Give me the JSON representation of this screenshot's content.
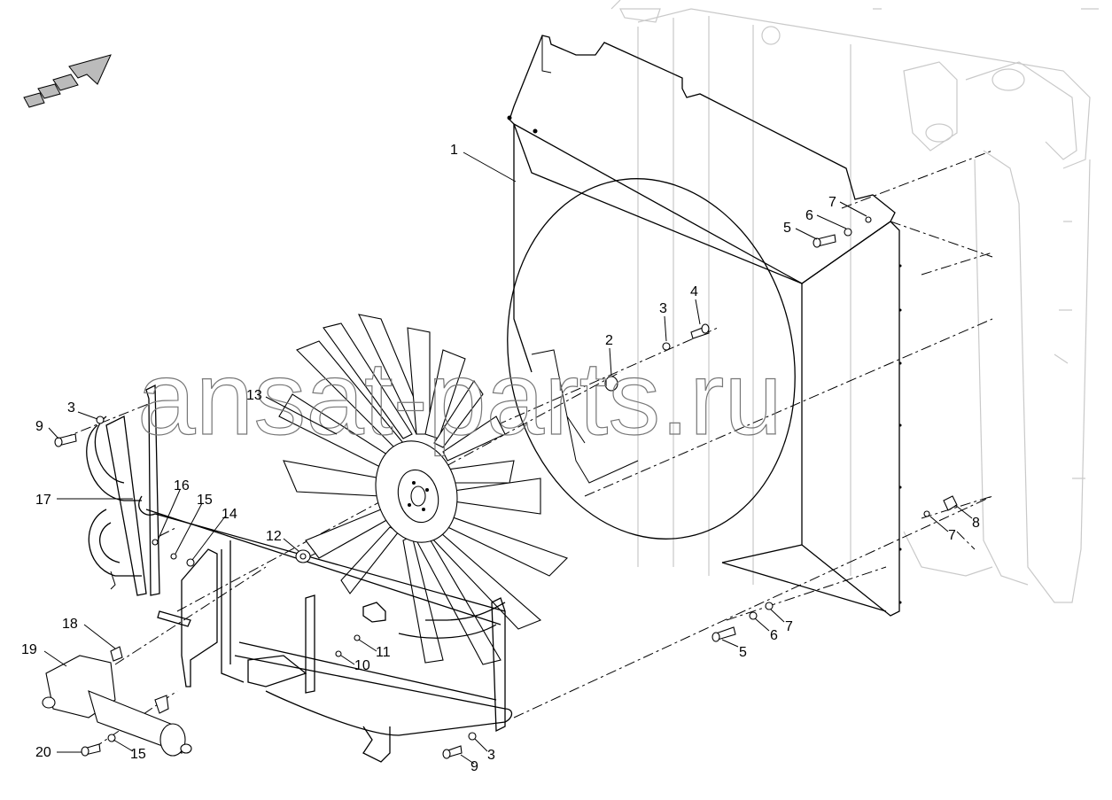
{
  "watermark": "ansat-parts.ru",
  "callouts": [
    {
      "id": "c1",
      "label": "1"
    },
    {
      "id": "c2",
      "label": "2"
    },
    {
      "id": "c3a",
      "label": "3"
    },
    {
      "id": "c4",
      "label": "4"
    },
    {
      "id": "c5a",
      "label": "5"
    },
    {
      "id": "c6a",
      "label": "6"
    },
    {
      "id": "c7a",
      "label": "7"
    },
    {
      "id": "c8",
      "label": "8"
    },
    {
      "id": "c7b",
      "label": "7"
    },
    {
      "id": "c7c",
      "label": "7"
    },
    {
      "id": "c6b",
      "label": "6"
    },
    {
      "id": "c5b",
      "label": "5"
    },
    {
      "id": "c13",
      "label": "13"
    },
    {
      "id": "c12",
      "label": "12"
    },
    {
      "id": "c3b",
      "label": "3"
    },
    {
      "id": "c9a",
      "label": "9"
    },
    {
      "id": "c17",
      "label": "17"
    },
    {
      "id": "c16",
      "label": "16"
    },
    {
      "id": "c15a",
      "label": "15"
    },
    {
      "id": "c14",
      "label": "14"
    },
    {
      "id": "c18",
      "label": "18"
    },
    {
      "id": "c19",
      "label": "19"
    },
    {
      "id": "c11",
      "label": "11"
    },
    {
      "id": "c10",
      "label": "10"
    },
    {
      "id": "c20",
      "label": "20"
    },
    {
      "id": "c15b",
      "label": "15"
    },
    {
      "id": "c9b",
      "label": "9"
    },
    {
      "id": "c3c",
      "label": "3"
    }
  ]
}
